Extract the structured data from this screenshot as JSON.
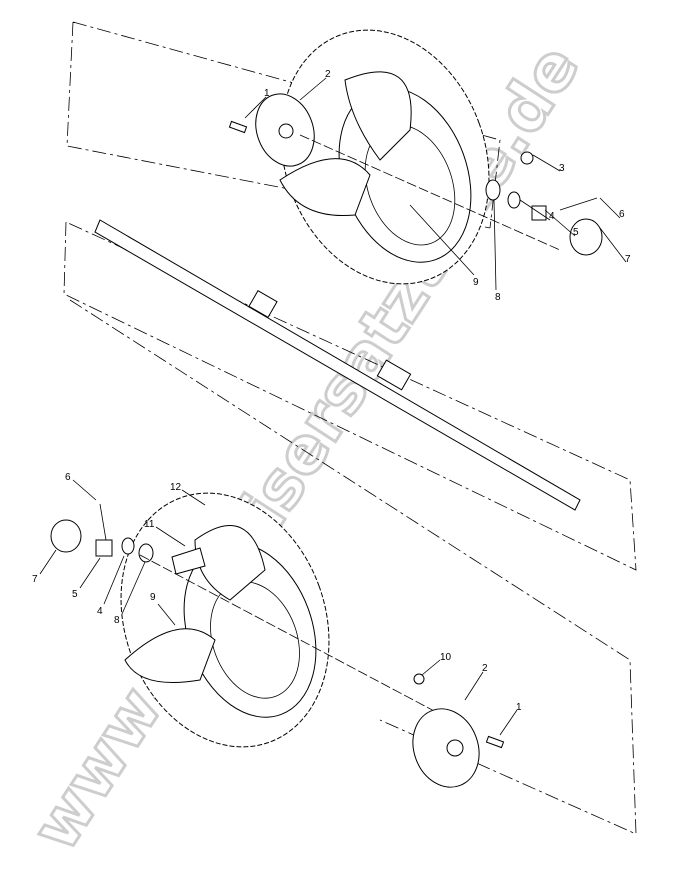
{
  "watermark": "www.polarisersatzteile.de",
  "top_assembly": {
    "callouts": [
      "1",
      "2",
      "3",
      "4",
      "5",
      "6",
      "7",
      "8",
      "9"
    ]
  },
  "bottom_assembly": {
    "callouts": [
      "6",
      "12",
      "11",
      "7",
      "5",
      "4",
      "8",
      "9",
      "10",
      "2",
      "1"
    ]
  }
}
